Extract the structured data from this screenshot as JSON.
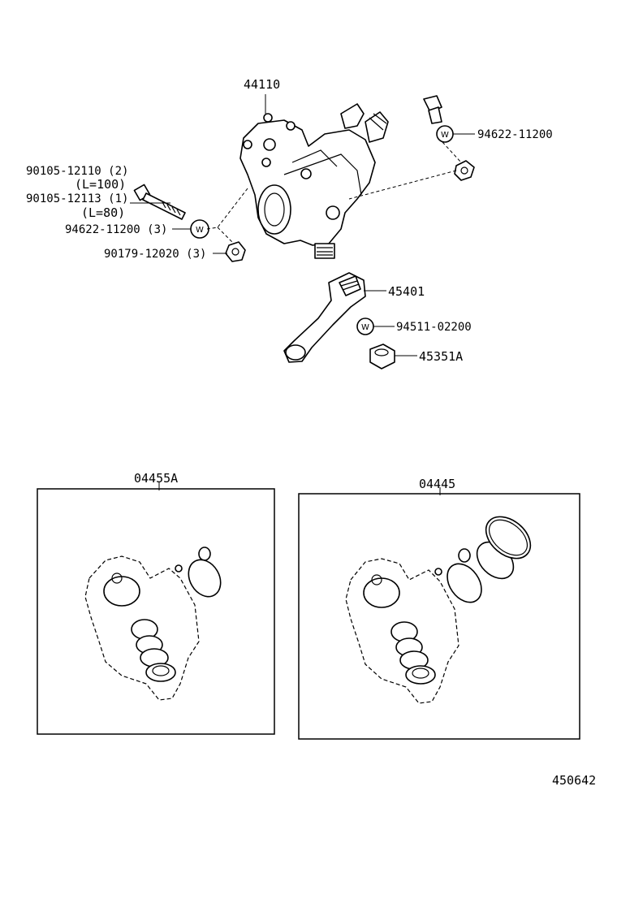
{
  "diagram": {
    "part_labels": {
      "gear_housing": "44110",
      "washer_right": "94622-11200",
      "bolt_1": "90105-12110 (2)",
      "bolt_1_length": "(L=100)",
      "bolt_2": "90105-12113 (1)",
      "bolt_2_length": "(L=80)",
      "washer_left": "94622-11200 (3)",
      "nut_left": "90179-12020 (3)",
      "pitman_arm": "45401",
      "washer_pitman": "94511-02200",
      "nut_pitman": "45351A",
      "gasket_kit_a": "04455A",
      "gasket_kit_b": "04445",
      "illustration_number": "450642"
    },
    "washer_mark": "W"
  }
}
